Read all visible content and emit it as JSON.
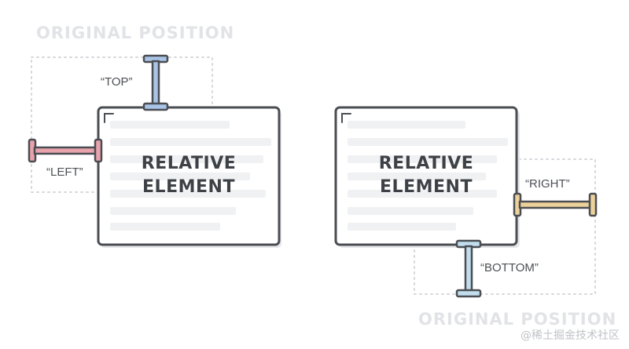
{
  "labels": {
    "original_position_left": "ORIGINAL POSITION",
    "original_position_right": "ORIGINAL POSITION",
    "top": "“TOP”",
    "left": "“LEFT”",
    "right": "“RIGHT”",
    "bottom": "“BOTTOM”",
    "relative_element_left_line1": "RELATIVE",
    "relative_element_left_line2": "ELEMENT",
    "relative_element_right_line1": "RELATIVE",
    "relative_element_right_line2": "ELEMENT"
  },
  "watermark": "@稀土掘金技术社区",
  "colors": {
    "top_marker": "#a9c4e6",
    "left_marker": "#e9a3ad",
    "right_marker": "#ecd19a",
    "bottom_marker": "#c2deee",
    "outline": "#4a4d52",
    "placeholder_lines": "#f0f1f3",
    "dotted": "#d5d7db"
  }
}
